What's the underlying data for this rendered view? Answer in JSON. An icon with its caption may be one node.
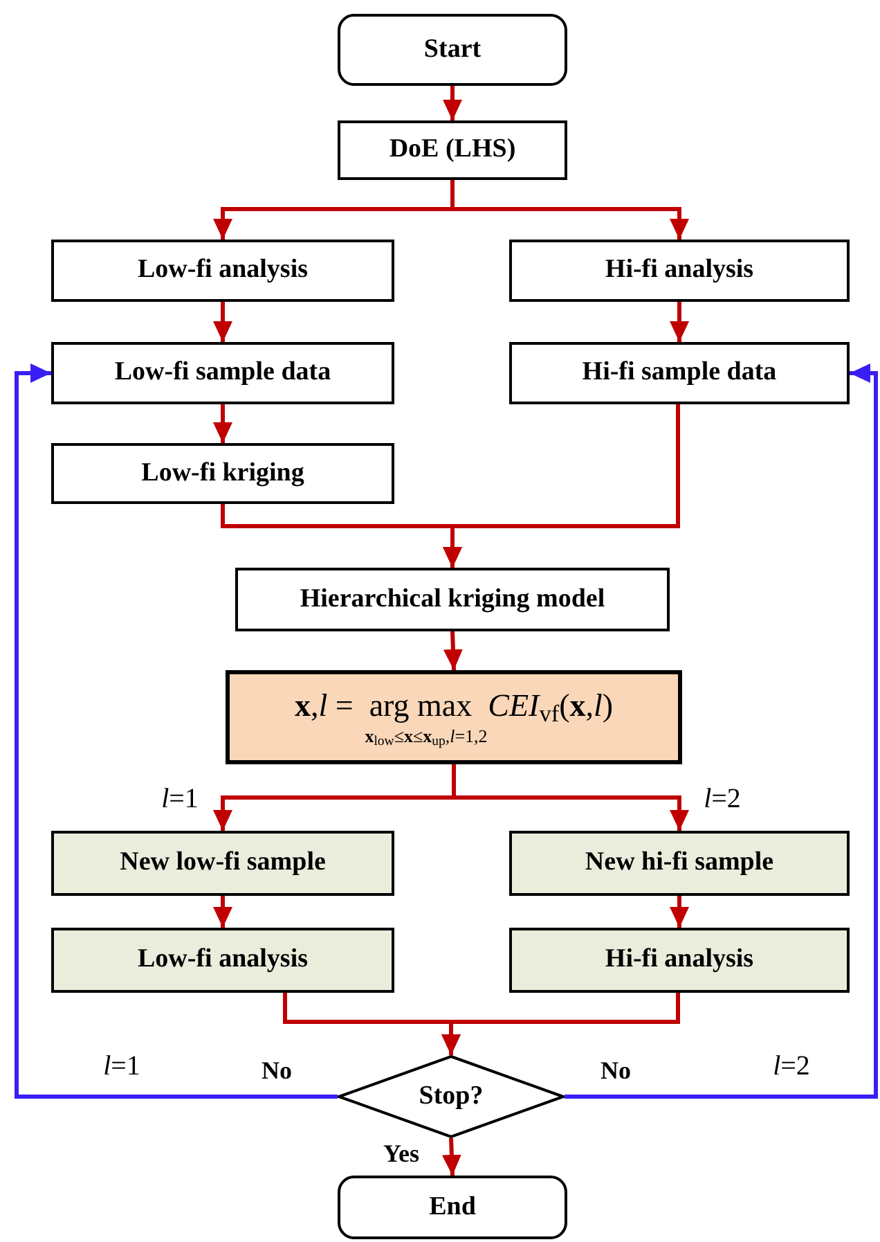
{
  "diagram": {
    "nodes": [
      {
        "text": [
          "Start"
        ]
      },
      {
        "text": [
          "DoE (LHS)"
        ]
      },
      {
        "text": [
          "Low-fi analysis"
        ]
      },
      {
        "text": [
          "Hi-fi analysis"
        ]
      },
      {
        "text": [
          "Low-fi sample data"
        ]
      },
      {
        "text": [
          "Hi-fi sample data"
        ]
      },
      {
        "text": [
          "Low-fi kriging"
        ]
      },
      {
        "text": [
          "Hierarchical kriging model"
        ]
      },
      {
        "text": [
          "**x**,*l* =  arg max  *CEI*$_{vf}$(**x**,*l*)",
          "**x**$_{low}$≤**x**≤**x**$_{up}$,*l*=1,2"
        ]
      },
      {
        "text": [
          "New low-fi sample"
        ]
      },
      {
        "text": [
          "New hi-fi sample"
        ]
      },
      {
        "text": [
          "Low-fi analysis"
        ]
      },
      {
        "text": [
          "Hi-fi analysis"
        ]
      },
      {
        "text": [
          "Stop?"
        ]
      },
      {
        "text": [
          "End"
        ]
      }
    ],
    "edges": [
      {
        "from": 0,
        "to": 1,
        "arrow": "to"
      },
      {
        "from": 1,
        "to": 2,
        "arrow": "to"
      },
      {
        "from": 1,
        "to": 3,
        "arrow": "to"
      },
      {
        "from": 2,
        "to": 4,
        "arrow": "to"
      },
      {
        "from": 3,
        "to": 5,
        "arrow": "to"
      },
      {
        "from": 4,
        "to": 6,
        "arrow": "to"
      },
      {
        "from": 6,
        "to": 7,
        "arrow": "to"
      },
      {
        "from": 5,
        "to": 7,
        "arrow": "to"
      },
      {
        "from": 7,
        "to": 8,
        "arrow": "to"
      },
      {
        "from": 8,
        "to": 9,
        "arrow": "to",
        "label": "*l*=1"
      },
      {
        "from": 8,
        "to": 10,
        "arrow": "to",
        "label": "*l*=2"
      },
      {
        "from": 9,
        "to": 11,
        "arrow": "to"
      },
      {
        "from": 10,
        "to": 12,
        "arrow": "to"
      },
      {
        "from": 11,
        "to": 13,
        "arrow": "to"
      },
      {
        "from": 12,
        "to": 13,
        "arrow": "to"
      },
      {
        "from": 13,
        "to": 4,
        "arrow": "to",
        "label": "No",
        "color": "#3a1ff5"
      },
      {
        "from": 13,
        "to": 5,
        "arrow": "to",
        "label": "No",
        "color": "#3a1ff5"
      },
      {
        "from": 13,
        "to": 14,
        "arrow": "to",
        "label": "Yes"
      }
    ],
    "labels": [
      "*l*=1",
      "*l*=2"
    ]
  }
}
